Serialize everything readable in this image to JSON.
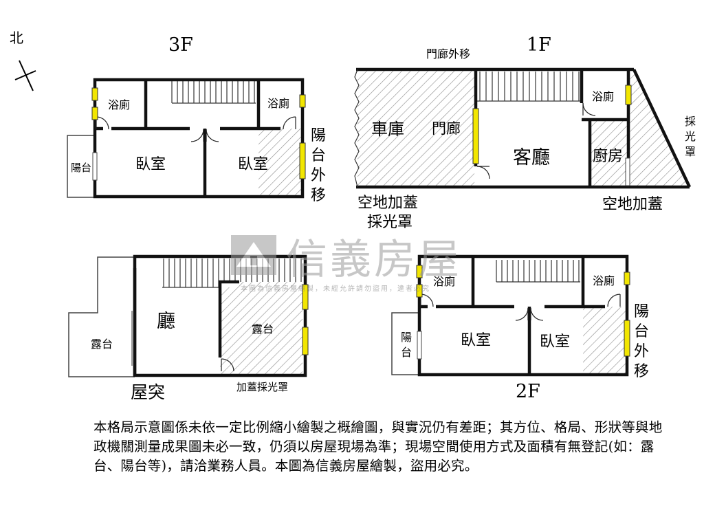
{
  "compass": {
    "label": "北"
  },
  "floors": {
    "f3": {
      "title": "3F",
      "rooms": {
        "bath_left": "浴廁",
        "bath_right": "浴廁",
        "bedroom_left": "臥室",
        "bedroom_right": "臥室",
        "balcony": "陽台"
      },
      "note": [
        "陽",
        "台",
        "外",
        "移"
      ]
    },
    "f1": {
      "title": "1F",
      "top_note": "門廊外移",
      "rooms": {
        "garage": "車庫",
        "porch": "門廊",
        "living": "客廳",
        "bath": "浴廁",
        "kitchen": "廚房"
      },
      "note_bottom_left": [
        "空地加蓋",
        "採光罩"
      ],
      "note_bottom_right": "空地加蓋",
      "note_side": [
        "採",
        "光",
        "罩"
      ]
    },
    "roof": {
      "title": "屋突",
      "rooms": {
        "hall": "廳",
        "terrace_left": "露台",
        "terrace_right": "露台"
      },
      "note": "加蓋採光罩"
    },
    "f2": {
      "title": "2F",
      "rooms": {
        "bath_left": "浴廁",
        "bath_right": "浴廁",
        "bedroom_left": "臥室",
        "bedroom_right": "臥室",
        "balcony": [
          "陽",
          "台"
        ]
      },
      "note": [
        "陽",
        "台",
        "外",
        "移"
      ]
    }
  },
  "watermark": {
    "brand": "信義房屋",
    "notice": "本圖為信義房屋繪製，未經允許請勿盜用，違者必究"
  },
  "disclaimer": "本格局示意圖係未依一定比例縮小繪製之概繪圖，與實況仍有差距；其方位、格局、形狀等與地政機關測量成果圖未必一致，仍須以房屋現場為準；現場空間使用方式及面積有無登記(如：露台、陽台等)，請洽業務人員。本圖為信義房屋繪製，盜用必究。",
  "colors": {
    "wall": "#111111",
    "hatch": "#8a8a8a",
    "window": "#f2e600",
    "watermark": "#9a9a9a"
  }
}
